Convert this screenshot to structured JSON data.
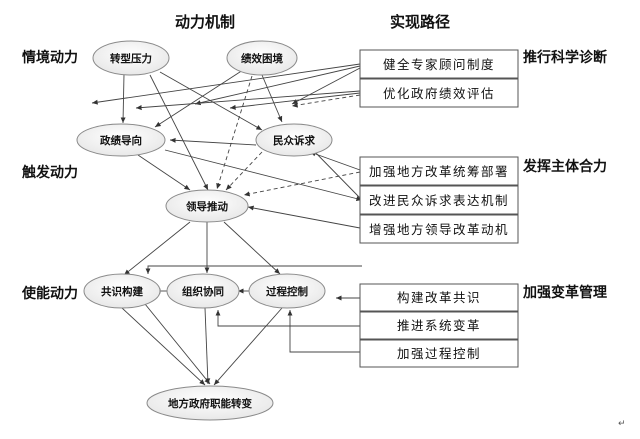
{
  "headers": {
    "left": "动力机制",
    "right": "实现路径"
  },
  "side_labels": {
    "situational": "情境动力",
    "trigger": "触发动力",
    "enabling": "使能动力",
    "scientific_diagnosis": "推行科学诊断",
    "subject_synergy": "发挥主体合力",
    "change_management": "加强变革管理"
  },
  "nodes": {
    "transformation_pressure": "转型压力",
    "performance_dilemma": "绩效困境",
    "performance_orientation": "政绩导向",
    "public_demands": "民众诉求",
    "leadership_drive": "领导推动",
    "consensus_building": "共识构建",
    "organizational_coordination": "组织协同",
    "process_control": "过程控制",
    "function_transformation": "地方政府职能转变"
  },
  "paths": {
    "expert_advisory": "健全专家顾问制度",
    "performance_evaluation": "优化政府绩效评估",
    "reform_planning": "加强地方改革统筹部署",
    "demand_expression": "改进民众诉求表达机制",
    "reform_motivation": "增强地方领导改革动机",
    "reform_consensus": "构建改革共识",
    "systematic_reform": "推进系统变革",
    "process_control_path": "加强过程控制"
  },
  "corner_mark": "↵"
}
